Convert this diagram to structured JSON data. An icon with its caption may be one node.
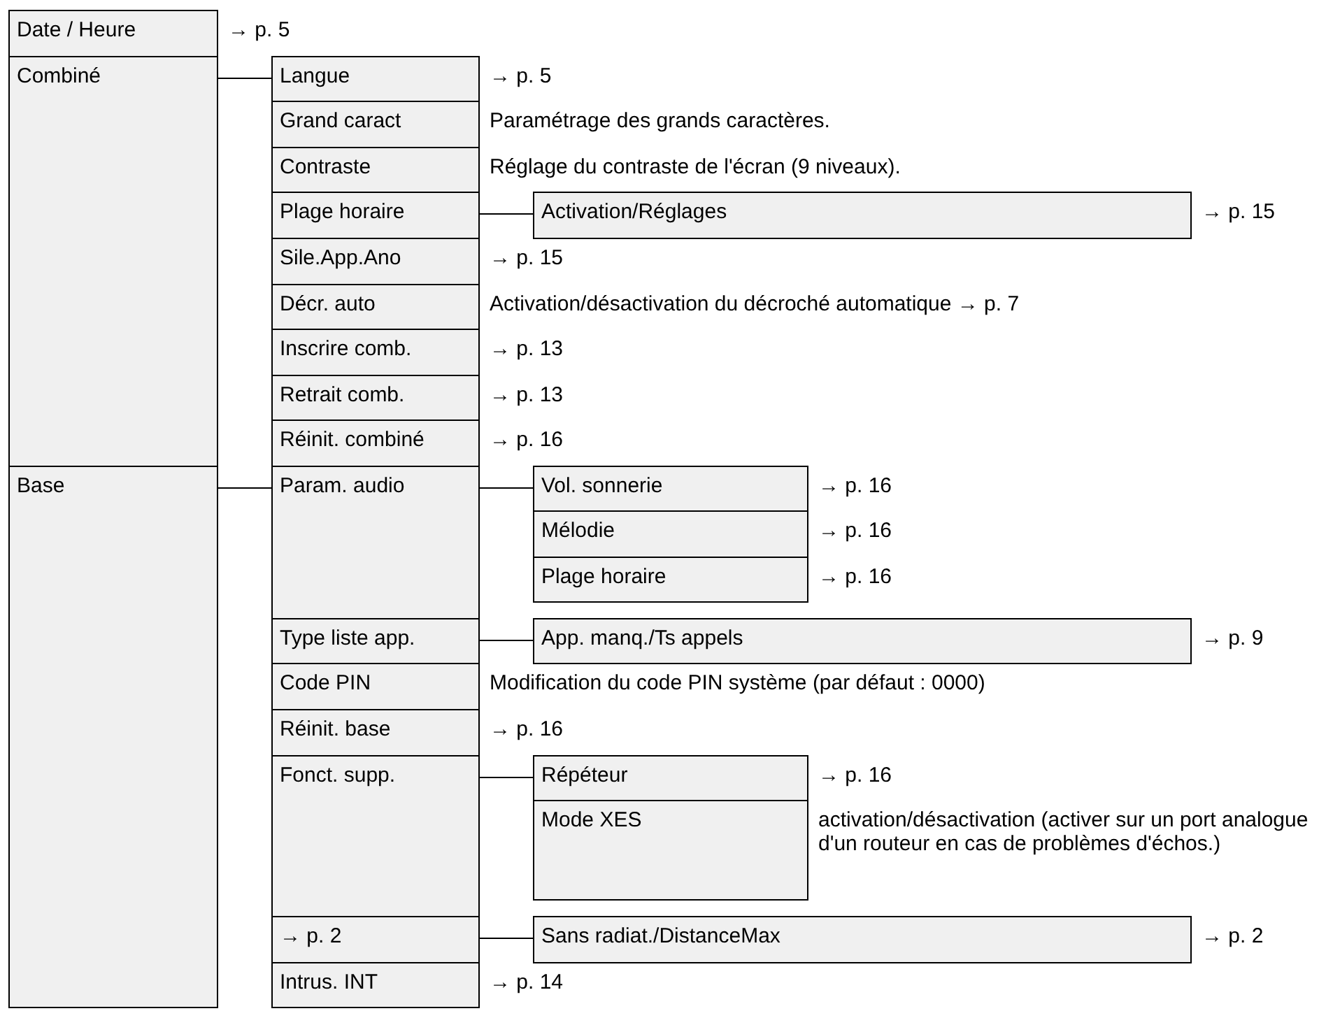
{
  "diagram": {
    "nodes": [
      {
        "text": [
          "Date / Heure"
        ],
        "beside": [
          "→ p. 5"
        ]
      },
      {
        "text": [
          "Combiné"
        ]
      },
      {
        "text": [
          "Langue"
        ],
        "beside": [
          "→ p. 5"
        ]
      },
      {
        "text": [
          "Grand caract"
        ],
        "beside": [
          "Paramétrage des grands caractères."
        ]
      },
      {
        "text": [
          "Contraste"
        ],
        "beside": [
          "Réglage du contraste de l'écran (9 niveaux)."
        ]
      },
      {
        "text": [
          "Plage horaire"
        ]
      },
      {
        "text": [
          "Activation/Réglages"
        ],
        "beside": [
          "→ p. 15"
        ]
      },
      {
        "text": [
          "Sile.App.Ano"
        ],
        "beside": [
          "→ p. 15"
        ]
      },
      {
        "text": [
          "Décr. auto"
        ],
        "beside": [
          "Activation/désactivation du décroché automatique → p. 7"
        ]
      },
      {
        "text": [
          "Inscrire comb."
        ],
        "beside": [
          "→ p. 13"
        ]
      },
      {
        "text": [
          "Retrait comb."
        ],
        "beside": [
          "→ p. 13"
        ]
      },
      {
        "text": [
          "Réinit. combiné"
        ],
        "beside": [
          "→ p. 16"
        ]
      },
      {
        "text": [
          "Base"
        ]
      },
      {
        "text": [
          "Param. audio"
        ]
      },
      {
        "text": [
          "Vol. sonnerie"
        ],
        "beside": [
          "→ p. 16"
        ]
      },
      {
        "text": [
          "Mélodie"
        ],
        "beside": [
          "→ p. 16"
        ]
      },
      {
        "text": [
          "Plage horaire"
        ],
        "beside": [
          "→ p. 16"
        ]
      },
      {
        "text": [
          "Type liste app."
        ]
      },
      {
        "text": [
          "App. manq./Ts appels"
        ],
        "beside": [
          "→ p. 9"
        ]
      },
      {
        "text": [
          "Code PIN"
        ],
        "beside": [
          "Modification du code PIN système (par défaut : 0000)"
        ]
      },
      {
        "text": [
          "Réinit. base"
        ],
        "beside": [
          "→ p. 16"
        ]
      },
      {
        "text": [
          "Fonct. supp."
        ]
      },
      {
        "text": [
          "Répéteur"
        ],
        "beside": [
          "→ p. 16"
        ]
      },
      {
        "text": [
          "Mode XES"
        ],
        "beside": [
          "activation/désactivation (activer sur un port analogue d'un routeur en cas de problèmes d'échos.)"
        ]
      },
      {
        "text": [
          "→ p. 2"
        ]
      },
      {
        "text": [
          "Sans radiat./DistanceMax"
        ],
        "beside": [
          "→ p. 2"
        ]
      },
      {
        "text": [
          "Intrus. INT"
        ],
        "beside": [
          "→ p. 14"
        ]
      }
    ],
    "edges": [
      {
        "from": 1,
        "to": 2,
        "arrow": "none"
      },
      {
        "from": 5,
        "to": 6,
        "arrow": "none"
      },
      {
        "from": 12,
        "to": 13,
        "arrow": "none"
      },
      {
        "from": 13,
        "to": 14,
        "arrow": "none"
      },
      {
        "from": 17,
        "to": 18,
        "arrow": "none"
      },
      {
        "from": 21,
        "to": 22,
        "arrow": "none"
      },
      {
        "from": 24,
        "to": 25,
        "arrow": "none"
      }
    ]
  }
}
